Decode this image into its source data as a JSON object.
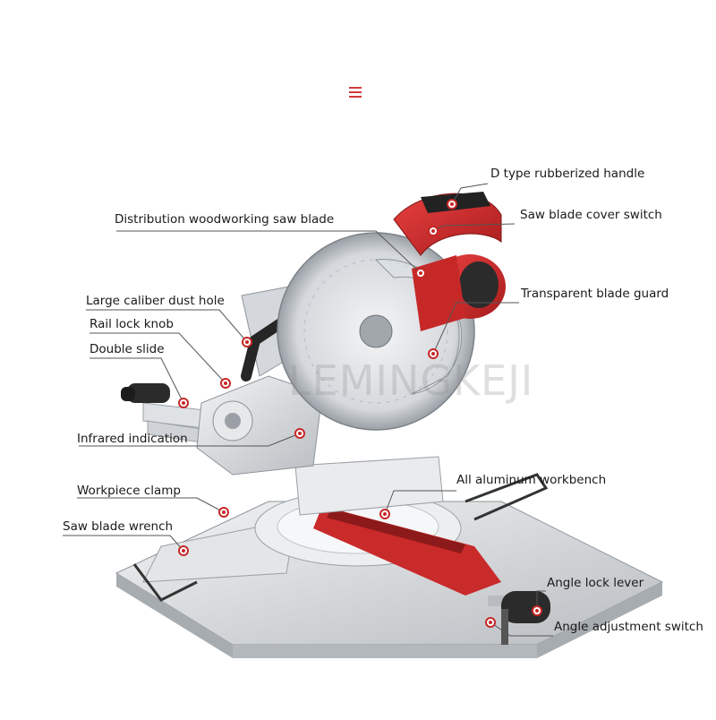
{
  "watermark": "LEMINGKEJI",
  "labels": {
    "d_handle": "D type rubberized handle",
    "cover_switch": "Saw blade cover switch",
    "saw_blade": "Distribution woodworking saw blade",
    "blade_guard": "Transparent blade guard",
    "dust_hole": "Large caliber dust hole",
    "rail_knob": "Rail lock knob",
    "double_slide": "Double slide",
    "infrared": "Infrared indication",
    "workbench": "All aluminum workbench",
    "clamp": "Workpiece clamp",
    "wrench": "Saw blade wrench",
    "angle_lever": "Angle lock lever",
    "angle_switch": "Angle adjustment switch"
  },
  "colors": {
    "accent_red": "#d32f2f",
    "body_gray": "#d9dde0",
    "dark": "#2b2b2b"
  }
}
